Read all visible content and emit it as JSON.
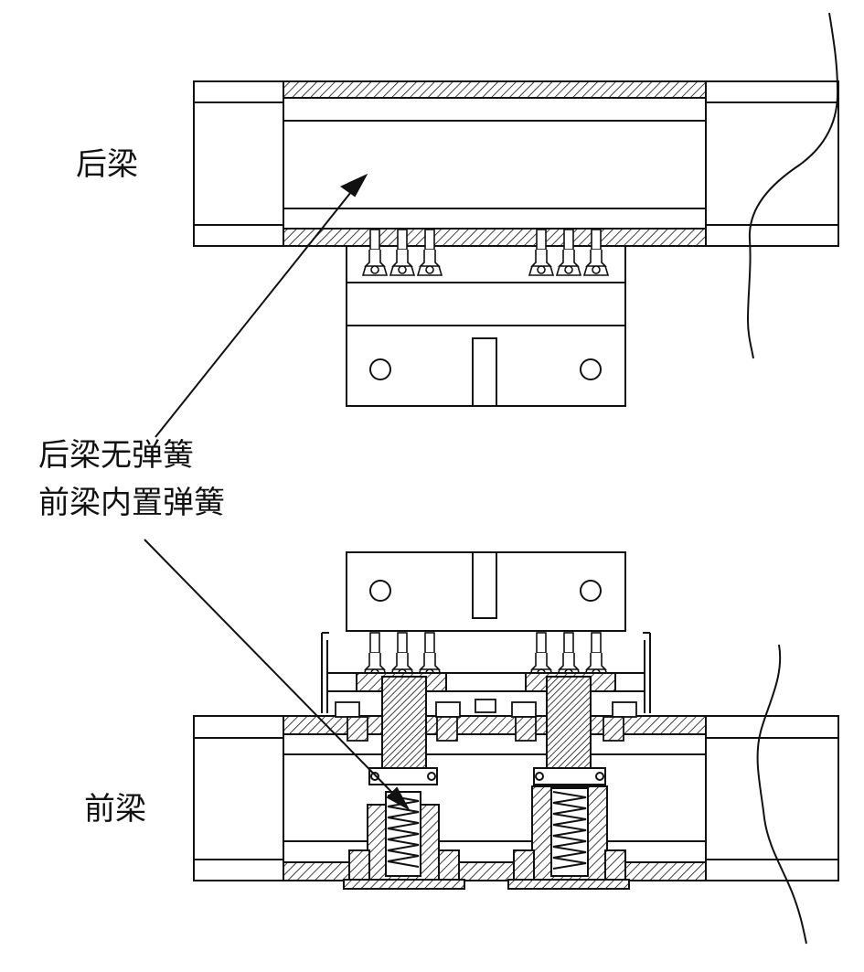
{
  "labels": {
    "rear_beam": "后梁",
    "callout_line1": "后梁无弹簧",
    "callout_line2": "前梁内置弹簧",
    "front_beam": "前梁"
  },
  "colors": {
    "ink": "#111111",
    "background": "#ffffff"
  }
}
